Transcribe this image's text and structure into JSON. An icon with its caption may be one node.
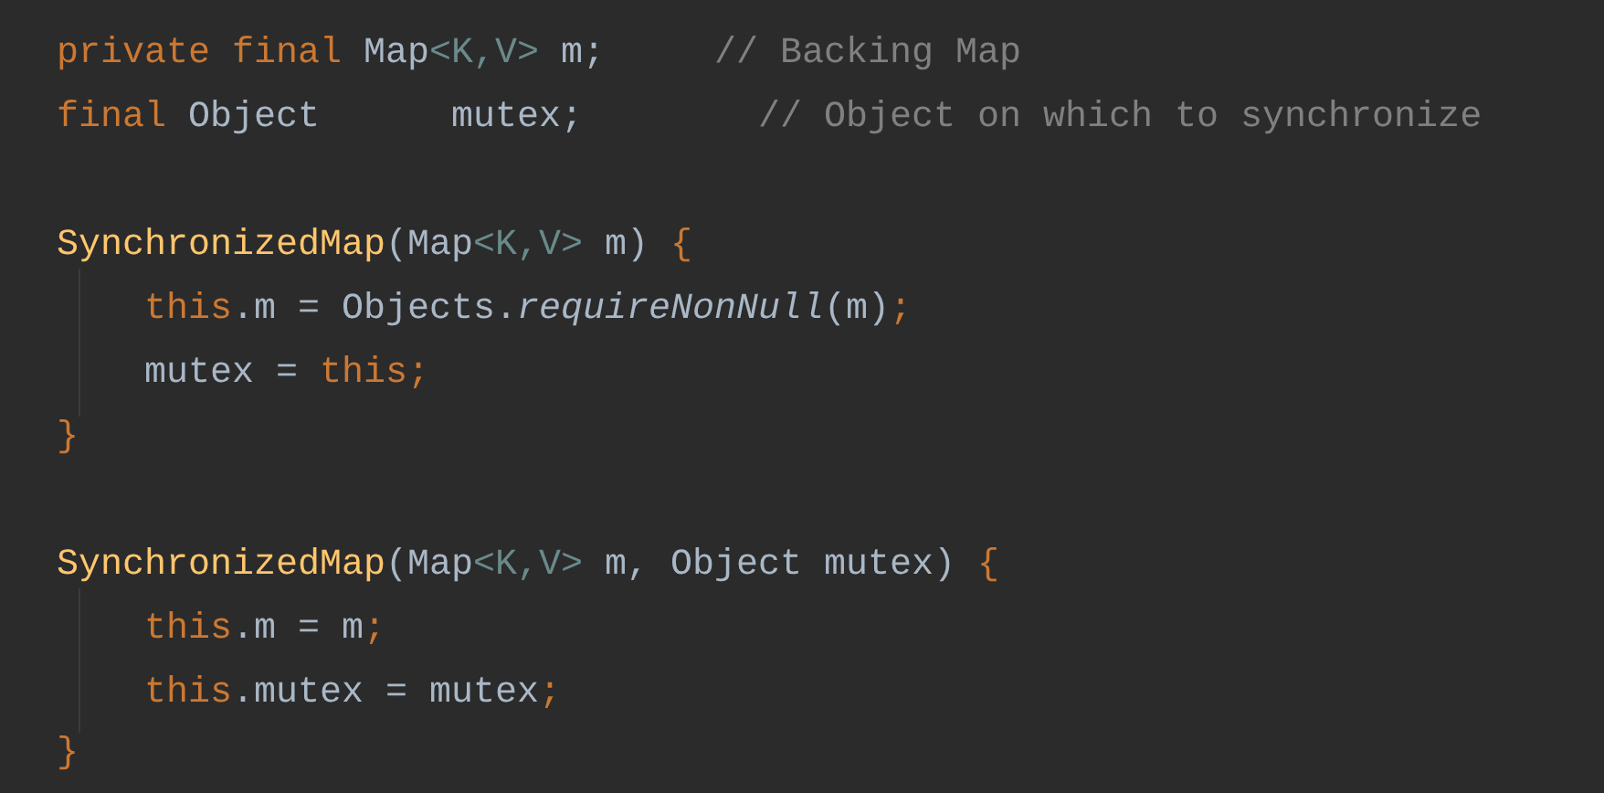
{
  "diagram": {
    "labels": [
      "private final",
      "Map",
      "<K,V>",
      "m;",
      "// Backing Map",
      "final",
      "Object",
      "mutex;",
      "// Object on which to synchronize",
      "SynchronizedMap",
      "(Map",
      "<K,V>",
      "m)",
      "{",
      "this",
      ".m = Objects.",
      "requireNonNull",
      "(m)",
      ";",
      "mutex =",
      "this;",
      "}",
      "SynchronizedMap",
      "(Map",
      "<K,V>",
      "m,",
      "Object mutex)",
      "{",
      "this",
      ".m = m",
      ";",
      "this",
      ".mutex = mutex",
      ";",
      "}"
    ]
  }
}
